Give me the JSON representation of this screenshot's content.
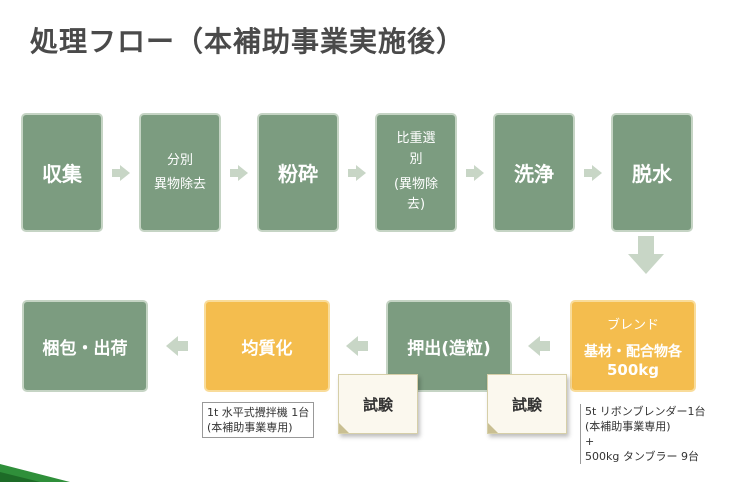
{
  "title": "処理フロー（本補助事業実施後）",
  "steps_top": [
    {
      "label": "収集"
    },
    {
      "label_line1": "分別",
      "label_line2": "異物除去"
    },
    {
      "label": "粉砕"
    },
    {
      "label_line1": "比重選",
      "label_line2": "別",
      "label_line3": "(異物除",
      "label_line4": "去)"
    },
    {
      "label": "洗浄"
    },
    {
      "label": "脱水"
    }
  ],
  "steps_bottom": {
    "blend": {
      "line1": "ブレンド",
      "line2": "基材・配合物各",
      "line3": "500kg"
    },
    "extrude": "押出(造粒)",
    "homogenize": "均質化",
    "pack": "梱包・出荷"
  },
  "tests": [
    "試験",
    "試験"
  ],
  "notes": {
    "homogenize": {
      "line1": "1t 水平式攪拌機 1台",
      "line2": "(本補助事業専用)"
    },
    "blend": {
      "line1": "5t リボンブレンダー1台",
      "line2": "(本補助事業専用)",
      "line3": "+",
      "line4": "500kg タンブラー 9台"
    }
  },
  "colors": {
    "green": "#7c9c80",
    "yellow": "#f4bd4e",
    "arrow": "#c8d6c6"
  }
}
